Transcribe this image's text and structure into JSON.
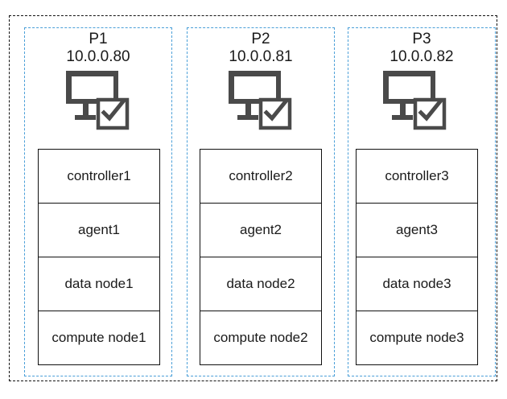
{
  "diagram": {
    "hosts": [
      {
        "name": "P1",
        "ip": "10.0.0.80",
        "icon": "monitor-check-icon",
        "nodes": [
          "controller1",
          "agent1",
          "data node1",
          "compute node1"
        ]
      },
      {
        "name": "P2",
        "ip": "10.0.0.81",
        "icon": "monitor-check-icon",
        "nodes": [
          "controller2",
          "agent2",
          "data node2",
          "compute node2"
        ]
      },
      {
        "name": "P3",
        "ip": "10.0.0.82",
        "icon": "monitor-check-icon",
        "nodes": [
          "controller3",
          "agent3",
          "data node3",
          "compute node3"
        ]
      }
    ],
    "colors": {
      "panel_border": "#4a9fd8",
      "icon": "#4a4a4a",
      "outline": "#111111"
    }
  }
}
